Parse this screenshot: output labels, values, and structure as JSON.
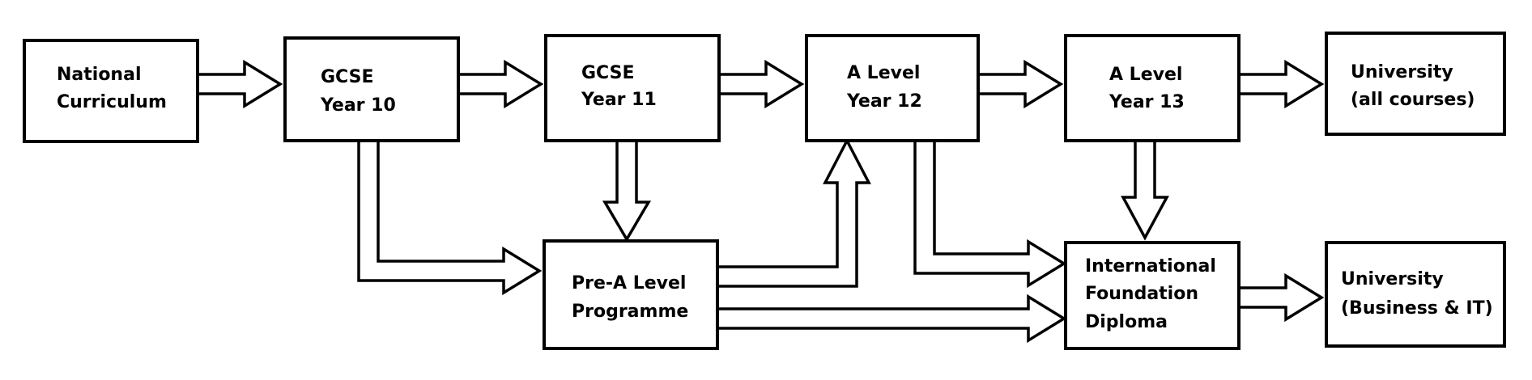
{
  "diagram": {
    "nodes": {
      "national_curriculum": {
        "line1": "National",
        "line2": "Curriculum"
      },
      "gcse_year10": {
        "line1": "GCSE",
        "line2": "Year 10"
      },
      "gcse_year11": {
        "line1": "GCSE",
        "line2": "Year 11"
      },
      "a_level_year12": {
        "line1": "A Level",
        "line2": "Year 12"
      },
      "a_level_year13": {
        "line1": "A Level",
        "line2": "Year 13"
      },
      "university_all": {
        "line1": "University",
        "line2": "(all courses)"
      },
      "pre_a_level": {
        "line1": "Pre-A Level",
        "line2": "Programme"
      },
      "international_foundation": {
        "line1": "International",
        "line2": "Foundation",
        "line3": "Diploma"
      },
      "university_business": {
        "line1": "University",
        "line2": "(Business & IT)"
      }
    },
    "colors": {
      "stroke": "#000000",
      "fill": "#ffffff"
    }
  }
}
